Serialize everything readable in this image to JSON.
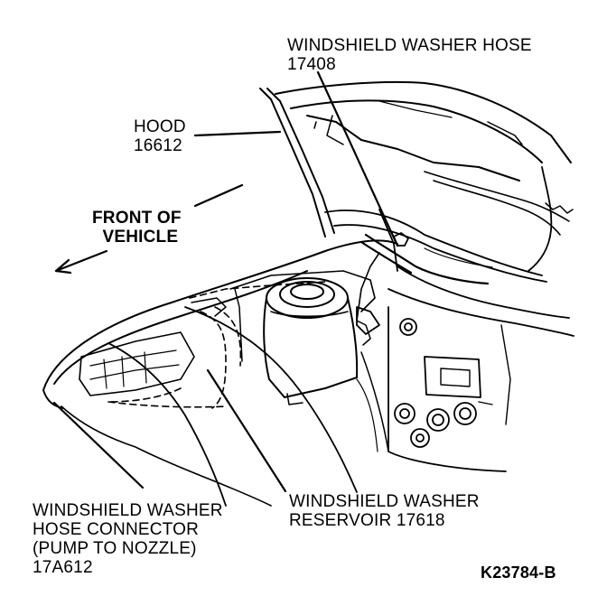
{
  "labels": {
    "washer_hose": {
      "line1": "WINDSHIELD WASHER HOSE",
      "line2": "17408"
    },
    "hood": {
      "line1": "HOOD",
      "line2": "16612"
    },
    "front": {
      "line1": "FRONT OF",
      "line2": "VEHICLE"
    },
    "connector": {
      "line1": "WINDSHIELD WASHER",
      "line2": "HOSE CONNECTOR",
      "line3": "(PUMP TO NOZZLE)",
      "line4": "17A612"
    },
    "reservoir": {
      "line1": "WINDSHIELD WASHER",
      "line2": "RESERVOIR 17618"
    },
    "figure_id": "K23784-B"
  },
  "colors": {
    "ink": "#000000",
    "paper": "#ffffff"
  }
}
